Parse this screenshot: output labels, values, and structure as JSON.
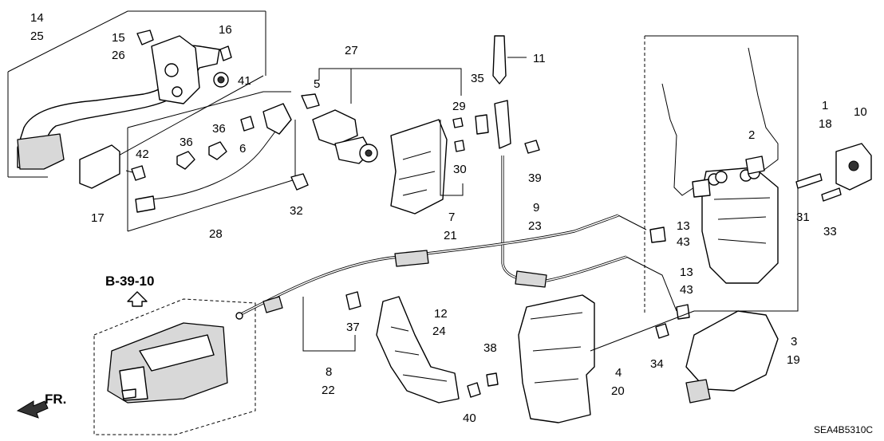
{
  "callouts": {
    "c14": "14",
    "c25": "25",
    "c15": "15",
    "c26": "26",
    "c16": "16",
    "c41": "41",
    "c27": "27",
    "c5": "5",
    "c29": "29",
    "c11": "11",
    "c35": "35",
    "c30": "30",
    "c39": "39",
    "c1": "1",
    "c18": "18",
    "c2": "2",
    "c10": "10",
    "c36a": "36",
    "c36b": "36",
    "c6": "6",
    "c42": "42",
    "c17": "17",
    "c28": "28",
    "c32": "32",
    "c7": "7",
    "c21": "21",
    "c9": "9",
    "c23": "23",
    "c13a": "13",
    "c43a": "43",
    "c13b": "13",
    "c43b": "43",
    "c31": "31",
    "c33": "33",
    "c12": "12",
    "c24": "24",
    "c37": "37",
    "c8": "8",
    "c22": "22",
    "c38": "38",
    "c40": "40",
    "c34": "34",
    "c3": "3",
    "c19": "19",
    "c4": "4",
    "c20": "20"
  },
  "ref_label": "B-39-10",
  "direction_label": "FR.",
  "diagram_code": "SEA4B5310C"
}
